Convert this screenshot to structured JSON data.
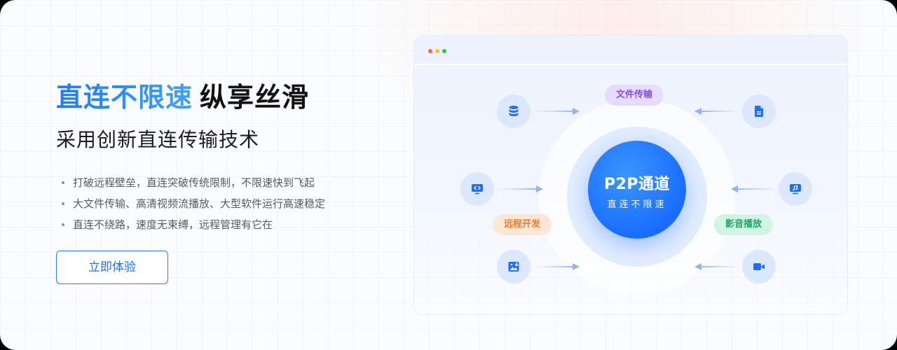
{
  "hero": {
    "headline_highlight": "直连不限速",
    "headline_rest": "纵享丝滑",
    "subtitle": "采用创新直连传输技术",
    "bullets": [
      "打破远程壁垒，直连突破传统限制，不限速快到飞起",
      "大文件传输、高清视频流播放、大型软件运行高速稳定",
      "直连不绕路，速度无束缚，远程管理有它在"
    ],
    "cta_label": "立即体验"
  },
  "diagram": {
    "core_title": "P2P通道",
    "core_subtitle": "直连不限速",
    "tags": {
      "file_transfer": "文件传输",
      "remote_dev": "远程开发",
      "media_play": "影音播放"
    },
    "icons": [
      "database-icon",
      "document-icon",
      "code-monitor-icon",
      "music-monitor-icon",
      "image-download-icon",
      "video-camera-icon"
    ]
  },
  "colors": {
    "accent": "#1f7bff",
    "core": "#1a6dff",
    "tag_purple": "#8a4fe8",
    "tag_orange": "#f07a2a",
    "tag_green": "#1fa56a"
  }
}
